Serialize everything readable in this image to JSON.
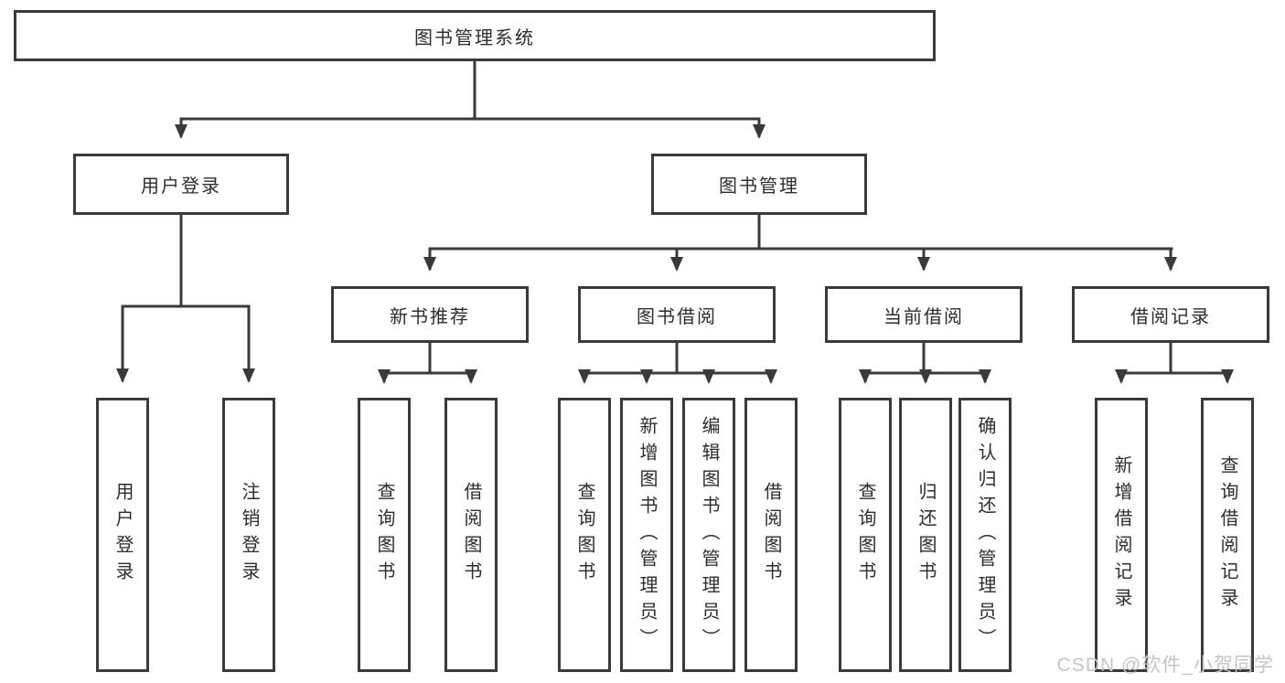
{
  "diagram": {
    "root": {
      "label": "图书管理系统"
    },
    "branches": [
      {
        "label": "用户登录",
        "children": [
          {
            "label": "用户登录"
          },
          {
            "label": "注销登录"
          }
        ]
      },
      {
        "label": "图书管理",
        "children": [
          {
            "label": "新书推荐",
            "children": [
              {
                "label": "查询图书"
              },
              {
                "label": "借阅图书"
              }
            ]
          },
          {
            "label": "图书借阅",
            "children": [
              {
                "label": "查询图书"
              },
              {
                "label": "新增图书（管理员）"
              },
              {
                "label": "编辑图书（管理员）"
              },
              {
                "label": "借阅图书"
              }
            ]
          },
          {
            "label": "当前借阅",
            "children": [
              {
                "label": "查询图书"
              },
              {
                "label": "归还图书"
              },
              {
                "label": "确认归还（管理员）"
              }
            ]
          },
          {
            "label": "借阅记录",
            "children": [
              {
                "label": "新增借阅记录"
              },
              {
                "label": "查询借阅记录"
              }
            ]
          }
        ]
      }
    ]
  },
  "watermark": {
    "text": "CSDN @软件_小贺同学"
  },
  "colors": {
    "line": "#3a3a3a",
    "text": "#2d2d2d",
    "background": "#ffffff",
    "watermark": "#c5c5c5"
  }
}
